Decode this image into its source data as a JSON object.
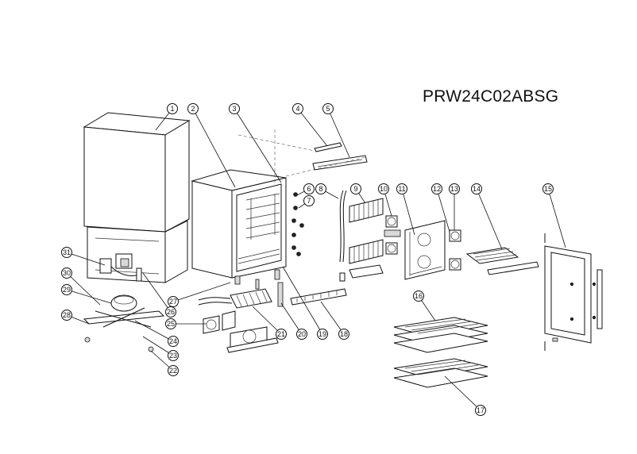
{
  "model_number": "PRW24C02ABSG",
  "callouts": [
    {
      "label": "1"
    },
    {
      "label": "2"
    },
    {
      "label": "3"
    },
    {
      "label": "4"
    },
    {
      "label": "5"
    },
    {
      "label": "6"
    },
    {
      "label": "7"
    },
    {
      "label": "8"
    },
    {
      "label": "9"
    },
    {
      "label": "10"
    },
    {
      "label": "11"
    },
    {
      "label": "12"
    },
    {
      "label": "13"
    },
    {
      "label": "14"
    },
    {
      "label": "15"
    },
    {
      "label": "16"
    },
    {
      "label": "17"
    },
    {
      "label": "18"
    },
    {
      "label": "19"
    },
    {
      "label": "20"
    },
    {
      "label": "21"
    },
    {
      "label": "22"
    },
    {
      "label": "23"
    },
    {
      "label": "24"
    },
    {
      "label": "25"
    },
    {
      "label": "26"
    },
    {
      "label": "27"
    },
    {
      "label": "28"
    },
    {
      "label": "29"
    },
    {
      "label": "30"
    },
    {
      "label": "31"
    }
  ]
}
